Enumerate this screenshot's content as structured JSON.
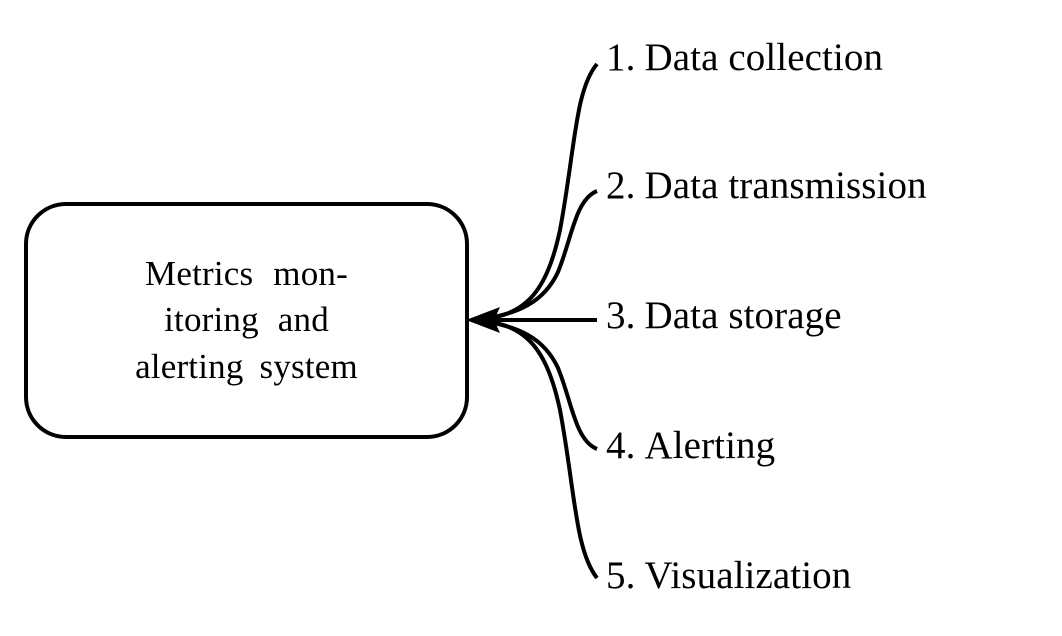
{
  "diagram": {
    "type": "mind-map",
    "background_color": "#ffffff",
    "stroke_color": "#000000",
    "root": {
      "shape": "rounded-rectangle",
      "text_lines": [
        "Metrics mon-",
        "itoring and",
        "alerting system"
      ],
      "full_text": "Metrics monitoring and alerting system"
    },
    "branches": [
      {
        "number": "1.",
        "label": "Data collection",
        "connector": "curve"
      },
      {
        "number": "2.",
        "label": "Data transmission",
        "connector": "curve"
      },
      {
        "number": "3.",
        "label": "Data storage",
        "connector": "straight-line"
      },
      {
        "number": "4.",
        "label": "Alerting",
        "connector": "curve"
      },
      {
        "number": "5.",
        "label": "Visualization",
        "connector": "curve"
      }
    ],
    "arrow": {
      "direction": "left",
      "target": "root"
    }
  }
}
